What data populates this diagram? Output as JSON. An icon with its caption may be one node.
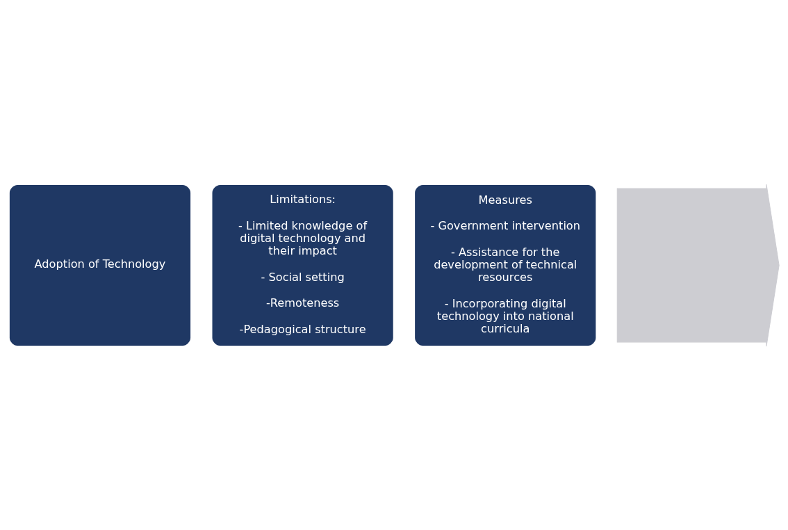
{
  "diagram": {
    "nodes": [
      {
        "text": [
          "Adoption of Technology"
        ]
      },
      {
        "text": [
          "Limitations:",
          "- Limited knowledge of digital technology and their impact",
          "- Social setting",
          "-Remoteness",
          "-Pedagogical structure"
        ]
      },
      {
        "text": [
          "Measures",
          "- Government intervention",
          "- Assistance for the development of technical resources",
          "- Incorporating digital technology into national curricula"
        ]
      },
      {
        "text": [],
        "shape": "arrow"
      }
    ]
  }
}
